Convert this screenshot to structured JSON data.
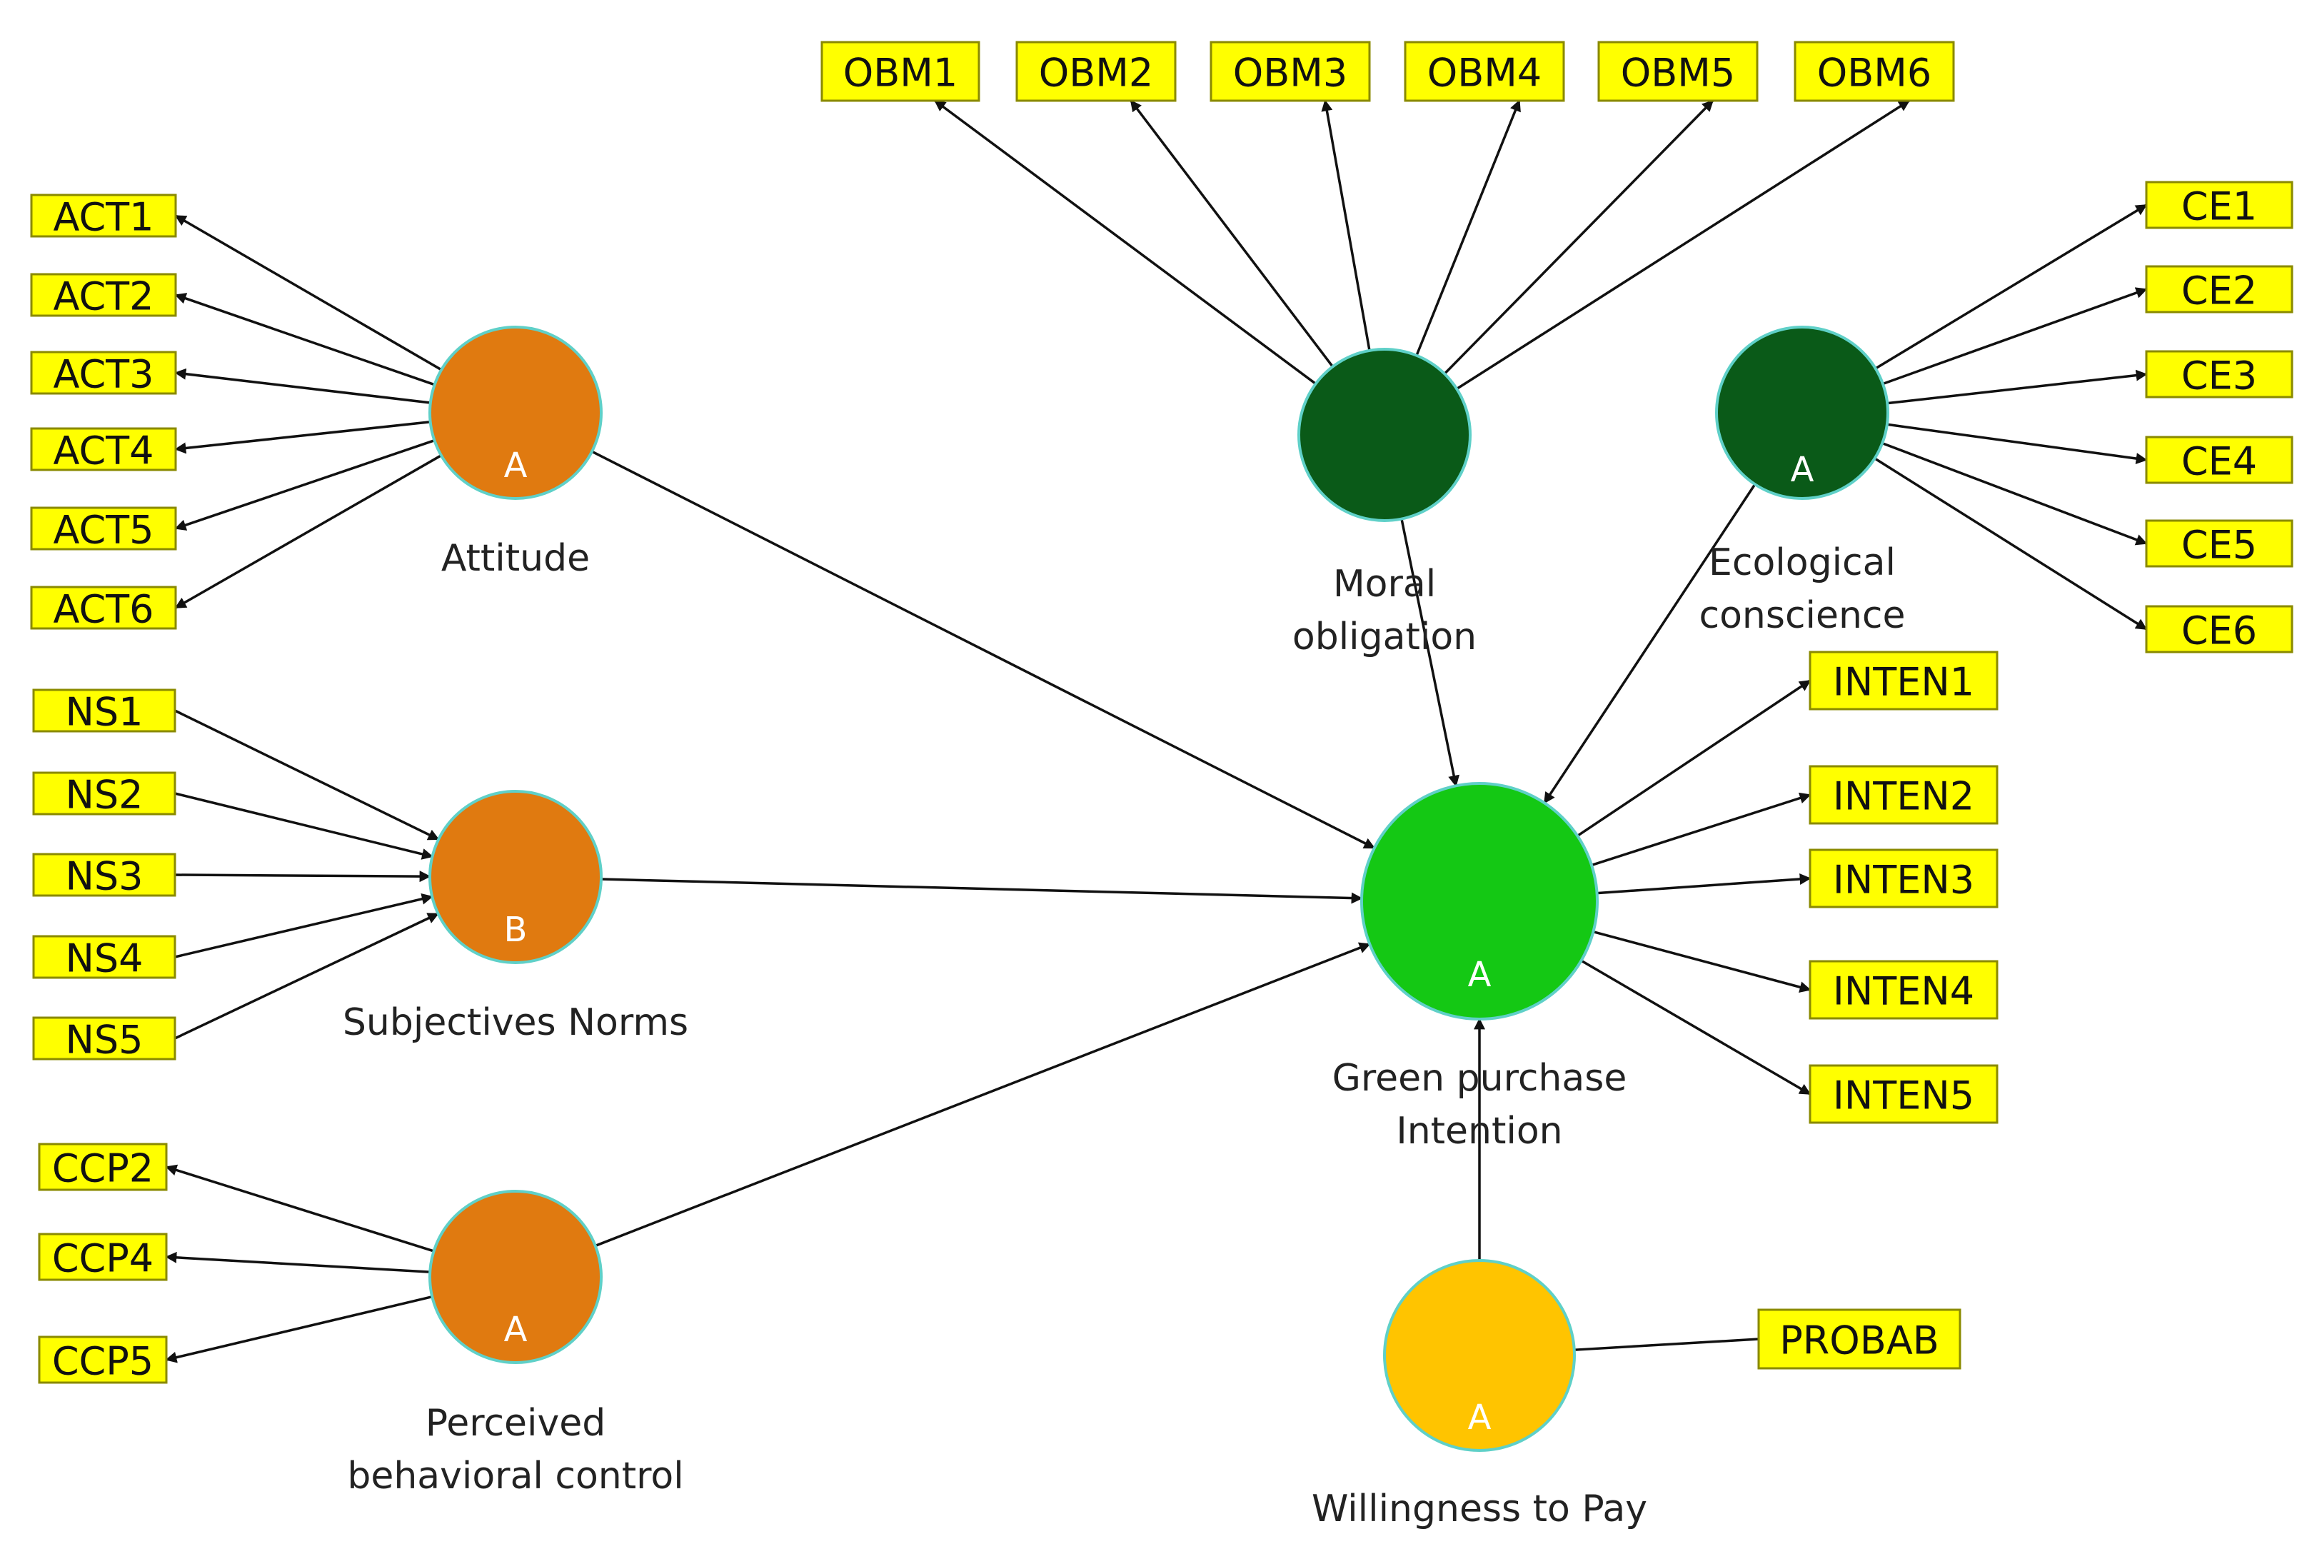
{
  "constructs": [
    {
      "id": "attitude",
      "label_lines": [
        "Attitude"
      ],
      "mode": "A",
      "color": "#e07a10"
    },
    {
      "id": "subjective-norms",
      "label_lines": [
        "Subjectives Norms"
      ],
      "mode": "B",
      "color": "#e07a10"
    },
    {
      "id": "perceived-behavioral-control",
      "label_lines": [
        "Perceived",
        "behavioral control"
      ],
      "mode": "A",
      "color": "#e07a10"
    },
    {
      "id": "moral-obligation",
      "label_lines": [
        "Moral",
        "obligation"
      ],
      "mode": "",
      "color": "#0a5a18"
    },
    {
      "id": "ecological-conscience",
      "label_lines": [
        "Ecological",
        "conscience"
      ],
      "mode": "A",
      "color": "#0a5a18"
    },
    {
      "id": "green-purchase-intention",
      "label_lines": [
        "Green purchase",
        "Intention"
      ],
      "mode": "A",
      "color": "#14c814"
    },
    {
      "id": "willingness-to-pay",
      "label_lines": [
        "Willingness to Pay"
      ],
      "mode": "A",
      "color": "#ffc400"
    }
  ],
  "indicators": {
    "attitude": [
      "ACT1",
      "ACT2",
      "ACT3",
      "ACT4",
      "ACT5",
      "ACT6"
    ],
    "subjective-norms": [
      "NS1",
      "NS2",
      "NS3",
      "NS4",
      "NS5"
    ],
    "perceived-behavioral-control": [
      "CCP2",
      "CCP4",
      "CCP5"
    ],
    "moral-obligation": [
      "OBM1",
      "OBM2",
      "OBM3",
      "OBM4",
      "OBM5",
      "OBM6"
    ],
    "ecological-conscience": [
      "CE1",
      "CE2",
      "CE3",
      "CE4",
      "CE5",
      "CE6"
    ],
    "green-purchase-intention": [
      "INTEN1",
      "INTEN2",
      "INTEN3",
      "INTEN4",
      "INTEN5"
    ],
    "willingness-to-pay": [
      "PROBAB"
    ]
  },
  "paths": [
    {
      "from": "attitude",
      "to": "green-purchase-intention"
    },
    {
      "from": "subjective-norms",
      "to": "green-purchase-intention"
    },
    {
      "from": "perceived-behavioral-control",
      "to": "green-purchase-intention"
    },
    {
      "from": "moral-obligation",
      "to": "green-purchase-intention"
    },
    {
      "from": "ecological-conscience",
      "to": "green-purchase-intention"
    },
    {
      "from": "willingness-to-pay",
      "to": "green-purchase-intention"
    }
  ],
  "colors": {
    "indicator_fill": "#ffff00",
    "edge": "#111111"
  }
}
